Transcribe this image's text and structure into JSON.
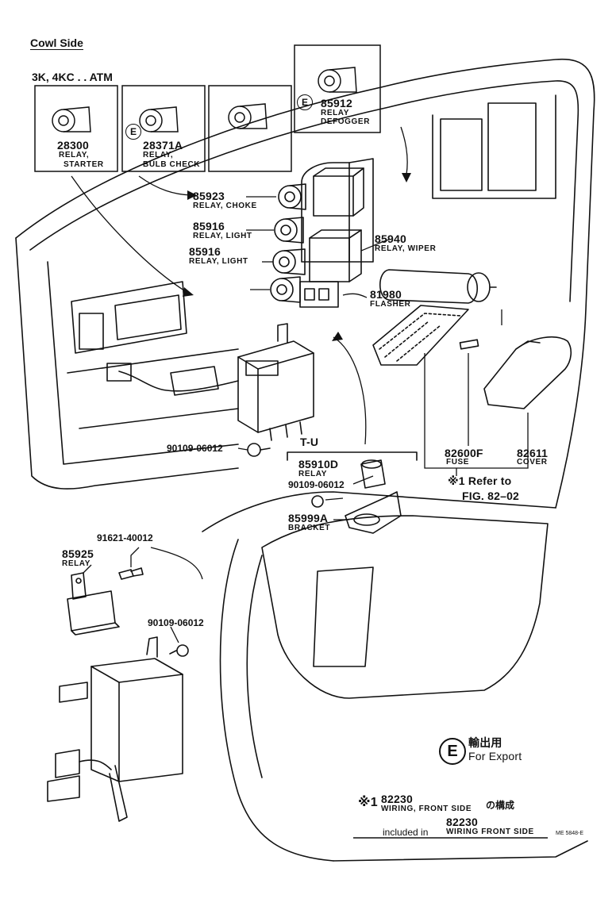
{
  "header": {
    "cowl_side": "Cowl Side",
    "engine_note": "3K, 4KC . . ATM"
  },
  "parts": {
    "p28300": {
      "number": "28300",
      "desc1": "RELAY,",
      "desc2": "STARTER"
    },
    "p28371a": {
      "number": "28371A",
      "desc1": "RELAY,",
      "desc2": "BULB CHECK",
      "badge": "E"
    },
    "p85912": {
      "number": "85912",
      "desc1": "RELAY",
      "desc2": "DEFOGGER",
      "badge": "E"
    },
    "p85923": {
      "number": "85923",
      "desc": "RELAY, CHOKE"
    },
    "p85916a": {
      "number": "85916",
      "desc": "RELAY, LIGHT"
    },
    "p85916b": {
      "number": "85916",
      "desc": "RELAY, LIGHT"
    },
    "p85940": {
      "number": "85940",
      "desc": "RELAY, WIPER"
    },
    "p81980": {
      "number": "81980",
      "desc": "FLASHER"
    },
    "p90109a": {
      "number": "90109-06012"
    },
    "tu_label": "T-U",
    "p85910d": {
      "number": "85910D",
      "desc": "RELAY"
    },
    "p90109b": {
      "number": "90109-06012"
    },
    "p85999a": {
      "number": "85999A",
      "desc": "BRACKET"
    },
    "p82600f": {
      "number": "82600F",
      "desc": "FUSE"
    },
    "p82611": {
      "number": "82611",
      "desc": "COVER"
    },
    "refer": {
      "line1": "※1 Refer to",
      "line2": "FIG. 82–02"
    },
    "p91621": {
      "number": "91621-40012"
    },
    "p85925": {
      "number": "85925",
      "desc": "RELAY"
    },
    "p90109c": {
      "number": "90109-06012"
    }
  },
  "legend": {
    "badge": "E",
    "jp": "輸出用",
    "en": "For  Export"
  },
  "note": {
    "mark": "※1",
    "number": "82230",
    "wiring": "WIRING, FRONT SIDE",
    "jp": "の構成",
    "number2": "82230",
    "included": "included in",
    "wiring2": "WIRING FRONT SIDE"
  },
  "code": "ME 5848-E"
}
